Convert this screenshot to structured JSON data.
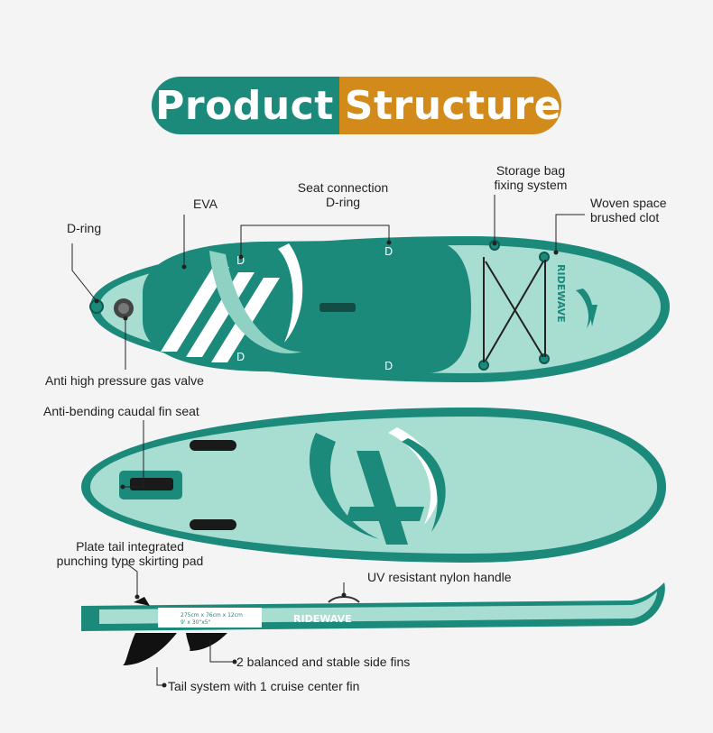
{
  "title": {
    "part1": "Product",
    "part2": "Structure"
  },
  "labels": {
    "seat_connection_1": "Seat connection",
    "seat_connection_2": "D-ring",
    "storage_bag_1": "Storage bag",
    "storage_bag_2": "fixing system",
    "eva": "EVA",
    "woven_1": "Woven space",
    "woven_2": "brushed clot",
    "d_ring": "D-ring",
    "valve": "Anti high pressure gas valve",
    "fin_seat": "Anti-bending caudal fin seat",
    "plate_tail_1": "Plate tail integrated",
    "plate_tail_2": "punching type skirting pad",
    "handle": "UV resistant nylon handle",
    "side_fins": "2 balanced and stable side fins",
    "tail_system": "Tail system with 1 cruise center fin"
  },
  "brand": "RIDEWAVE",
  "board_spec_1": "275cm x 76cm x 12cm",
  "board_spec_2": "9' x 30\"x5\"",
  "colors": {
    "teal": "#1b8a7b",
    "mint": "#a8ddd1",
    "orange": "#d28a1a"
  }
}
